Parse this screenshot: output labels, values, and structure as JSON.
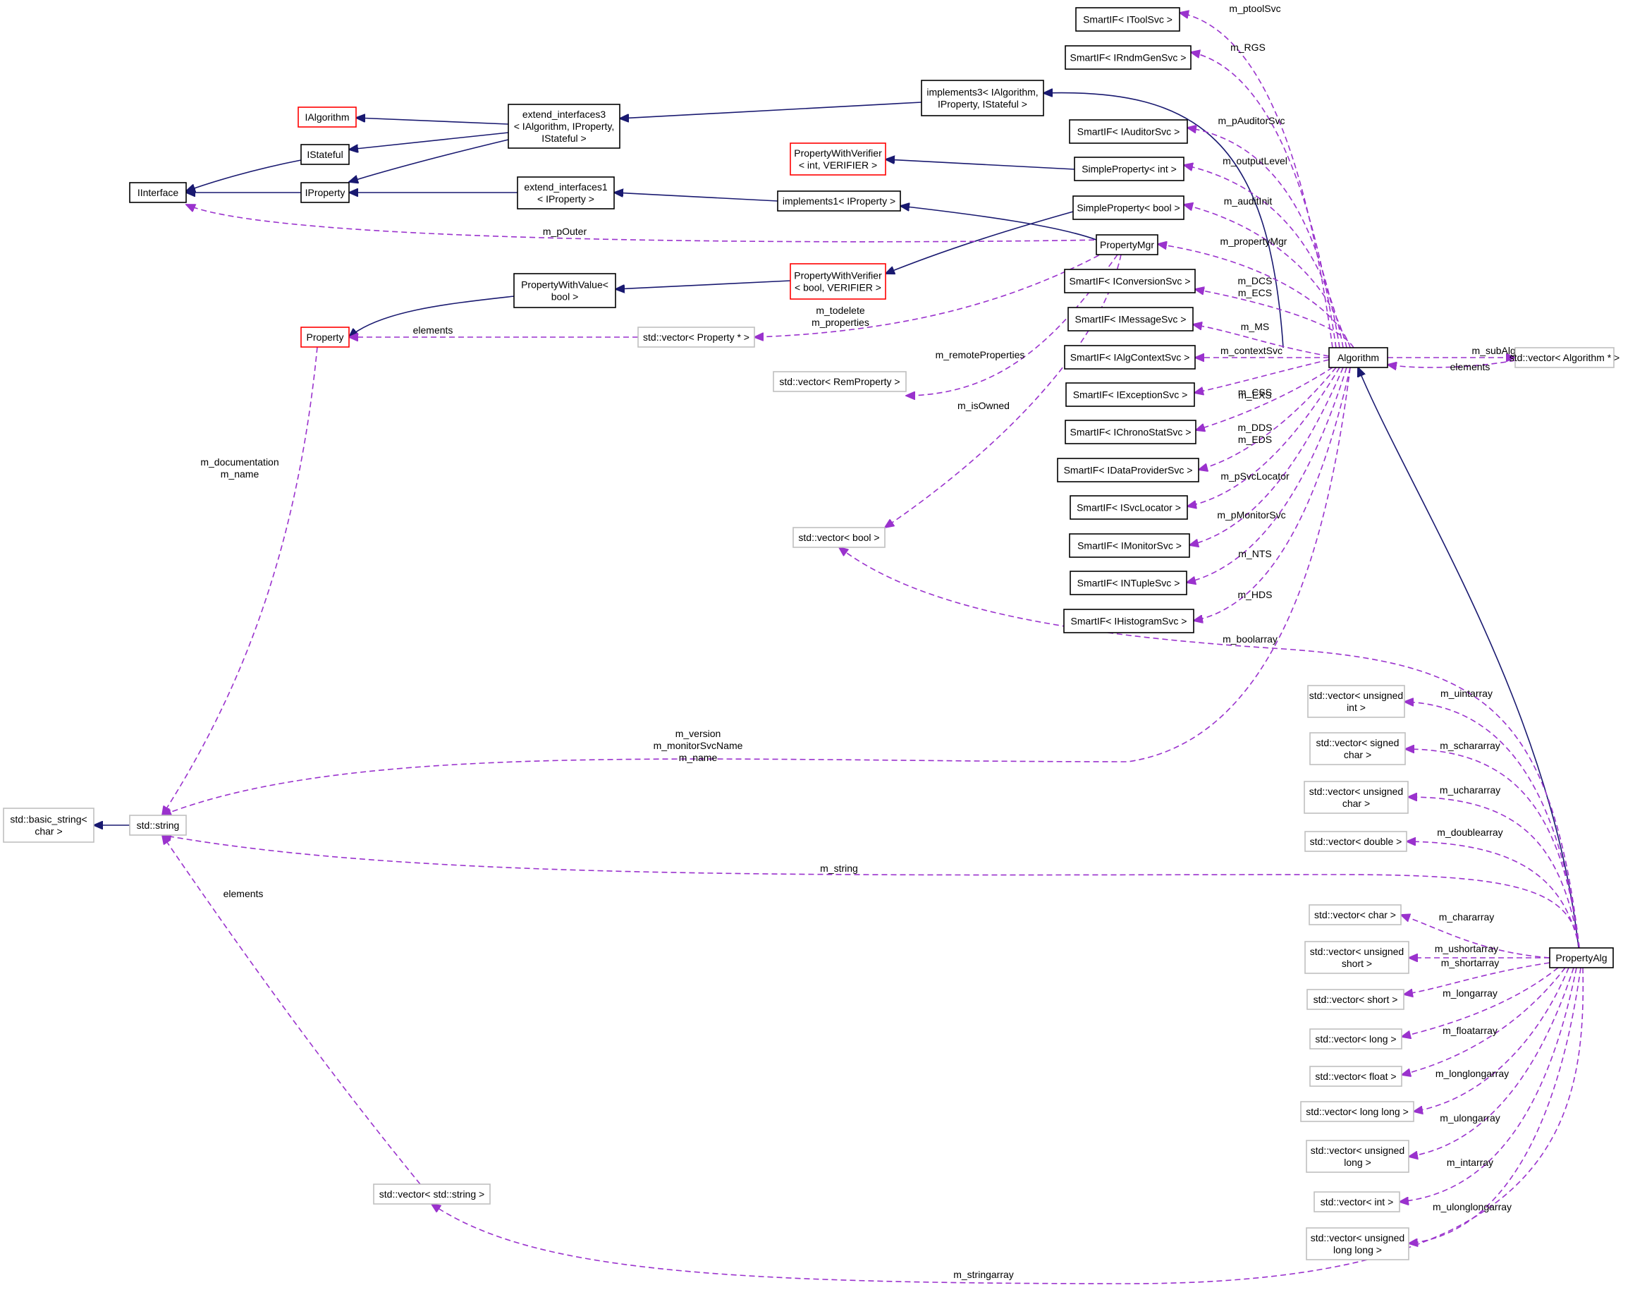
{
  "colors": {
    "inherit": "#191970",
    "usage": "#9a32cd",
    "border_black": "#000000",
    "border_red": "#ff0000",
    "border_grey": "#bfbfbf",
    "focus_fill": "#bfbfbf",
    "background": "#ffffff"
  },
  "nodes": {
    "itoolsvc": {
      "lines": [
        "SmartIF< IToolSvc >"
      ]
    },
    "irndmgensvc": {
      "lines": [
        "SmartIF< IRndmGenSvc >"
      ]
    },
    "implements3": {
      "lines": [
        "implements3< IAlgorithm,",
        "IProperty, IStateful >"
      ]
    },
    "ialgorithm": {
      "lines": [
        "IAlgorithm"
      ]
    },
    "extend3": {
      "lines": [
        "extend_interfaces3",
        "< IAlgorithm, IProperty,",
        "IStateful >"
      ]
    },
    "iauditorsvc": {
      "lines": [
        "SmartIF< IAuditorSvc >"
      ]
    },
    "pwv_int": {
      "lines": [
        "PropertyWithVerifier",
        "< int, VERIFIER >"
      ]
    },
    "simpleprop_int": {
      "lines": [
        "SimpleProperty< int >"
      ]
    },
    "istateful": {
      "lines": [
        "IStateful"
      ]
    },
    "iinterface": {
      "lines": [
        "IInterface"
      ]
    },
    "iproperty": {
      "lines": [
        "IProperty"
      ]
    },
    "extend1": {
      "lines": [
        "extend_interfaces1",
        "< IProperty >"
      ]
    },
    "implements1": {
      "lines": [
        "implements1< IProperty >"
      ]
    },
    "simpleprop_bool": {
      "lines": [
        "SimpleProperty< bool >"
      ]
    },
    "propertymgr": {
      "lines": [
        "PropertyMgr"
      ]
    },
    "pwvalue_bool": {
      "lines": [
        "PropertyWithValue<",
        "bool >"
      ]
    },
    "pwv_bool": {
      "lines": [
        "PropertyWithVerifier",
        "< bool, VERIFIER >"
      ]
    },
    "iconversionsvc": {
      "lines": [
        "SmartIF< IConversionSvc >"
      ]
    },
    "property": {
      "lines": [
        "Property"
      ]
    },
    "vec_property": {
      "lines": [
        "std::vector< Property * >"
      ]
    },
    "imessagesvc": {
      "lines": [
        "SmartIF< IMessageSvc >"
      ]
    },
    "ialgcontextsvc": {
      "lines": [
        "SmartIF< IAlgContextSvc >"
      ]
    },
    "algorithm": {
      "lines": [
        "Algorithm"
      ]
    },
    "vec_algorithm": {
      "lines": [
        "std::vector< Algorithm * >"
      ]
    },
    "vec_remproperty": {
      "lines": [
        "std::vector< RemProperty >"
      ]
    },
    "iexceptionsvc": {
      "lines": [
        "SmartIF< IExceptionSvc >"
      ]
    },
    "ichronostatsvc": {
      "lines": [
        "SmartIF< IChronoStatSvc >"
      ]
    },
    "idataprovidersvc": {
      "lines": [
        "SmartIF< IDataProviderSvc >"
      ]
    },
    "isvclocator": {
      "lines": [
        "SmartIF< ISvcLocator >"
      ]
    },
    "imonitorsvc": {
      "lines": [
        "SmartIF< IMonitorSvc >"
      ]
    },
    "vec_bool": {
      "lines": [
        "std::vector< bool >"
      ]
    },
    "intuplesvc": {
      "lines": [
        "SmartIF< INTupleSvc >"
      ]
    },
    "ihistogramsvc": {
      "lines": [
        "SmartIF< IHistogramSvc >"
      ]
    },
    "vec_uint": {
      "lines": [
        "std::vector< unsigned",
        "int >"
      ]
    },
    "vec_schar": {
      "lines": [
        "std::vector< signed",
        "char >"
      ]
    },
    "vec_uchar": {
      "lines": [
        "std::vector< unsigned",
        "char >"
      ]
    },
    "basic_string": {
      "lines": [
        "std::basic_string<",
        "char >"
      ]
    },
    "std_string": {
      "lines": [
        "std::string"
      ]
    },
    "vec_double": {
      "lines": [
        "std::vector< double >"
      ]
    },
    "vec_char": {
      "lines": [
        "std::vector< char >"
      ]
    },
    "vec_ushort": {
      "lines": [
        "std::vector< unsigned",
        "short >"
      ]
    },
    "propertyalg": {
      "lines": [
        "PropertyAlg"
      ]
    },
    "vec_short": {
      "lines": [
        "std::vector< short >"
      ]
    },
    "vec_long": {
      "lines": [
        "std::vector< long >"
      ]
    },
    "vec_float": {
      "lines": [
        "std::vector< float >"
      ]
    },
    "vec_longlong": {
      "lines": [
        "std::vector< long long >"
      ]
    },
    "vec_ulong": {
      "lines": [
        "std::vector< unsigned",
        "long >"
      ]
    },
    "vec_int": {
      "lines": [
        "std::vector< int >"
      ]
    },
    "vec_stdstring": {
      "lines": [
        "std::vector< std::string >"
      ]
    },
    "vec_ulonglong": {
      "lines": [
        "std::vector< unsigned",
        "long long >"
      ]
    }
  },
  "edge_labels": {
    "m_ptoolsvc": [
      "m_ptoolSvc"
    ],
    "m_rgs": [
      "m_RGS"
    ],
    "m_pauditorsvc": [
      "m_pAuditorSvc"
    ],
    "m_outputlevel": [
      "m_outputLevel"
    ],
    "m_auditinit": [
      "m_auditInit"
    ],
    "m_pouter": [
      "m_pOuter"
    ],
    "m_propertymgr": [
      "m_propertyMgr"
    ],
    "m_dcs_ecs": [
      "m_DCS",
      "m_ECS"
    ],
    "m_todelete_properties": [
      "m_todelete",
      "m_properties"
    ],
    "elements_property": [
      "elements"
    ],
    "m_ms": [
      "m_MS"
    ],
    "m_contextsvc": [
      "m_contextSvc"
    ],
    "m_subalgms": [
      "m_subAlgms"
    ],
    "elements_algorithm": [
      "elements"
    ],
    "m_remoteproperties": [
      "m_remoteProperties"
    ],
    "m_exs": [
      "m_EXS"
    ],
    "m_isowned": [
      "m_isOwned"
    ],
    "m_css": [
      "m_CSS"
    ],
    "m_dds_eds": [
      "m_DDS",
      "m_EDS"
    ],
    "m_doc_name": [
      "m_documentation",
      "m_name"
    ],
    "m_psvclocator": [
      "m_pSvcLocator"
    ],
    "m_pmonitorsvc": [
      "m_pMonitorSvc"
    ],
    "m_nts": [
      "m_NTS"
    ],
    "m_hds": [
      "m_HDS"
    ],
    "m_boolarray": [
      "m_boolarray"
    ],
    "m_uintarray": [
      "m_uintarray"
    ],
    "m_version_group": [
      "m_version",
      "m_monitorSvcName",
      "m_name"
    ],
    "m_schararray": [
      "m_schararray"
    ],
    "m_uchararray": [
      "m_uchararray"
    ],
    "m_doublearray": [
      "m_doublearray"
    ],
    "m_string": [
      "m_string"
    ],
    "elements_string": [
      "elements"
    ],
    "m_chararray": [
      "m_chararray"
    ],
    "m_ushortarray": [
      "m_ushortarray"
    ],
    "m_shortarray": [
      "m_shortarray"
    ],
    "m_longarray": [
      "m_longarray"
    ],
    "m_floatarray": [
      "m_floatarray"
    ],
    "m_longlongarray": [
      "m_longlongarray"
    ],
    "m_ulongarray": [
      "m_ulongarray"
    ],
    "m_intarray": [
      "m_intarray"
    ],
    "m_ulonglongarray": [
      "m_ulonglongarray"
    ],
    "m_stringarray": [
      "m_stringarray"
    ]
  }
}
